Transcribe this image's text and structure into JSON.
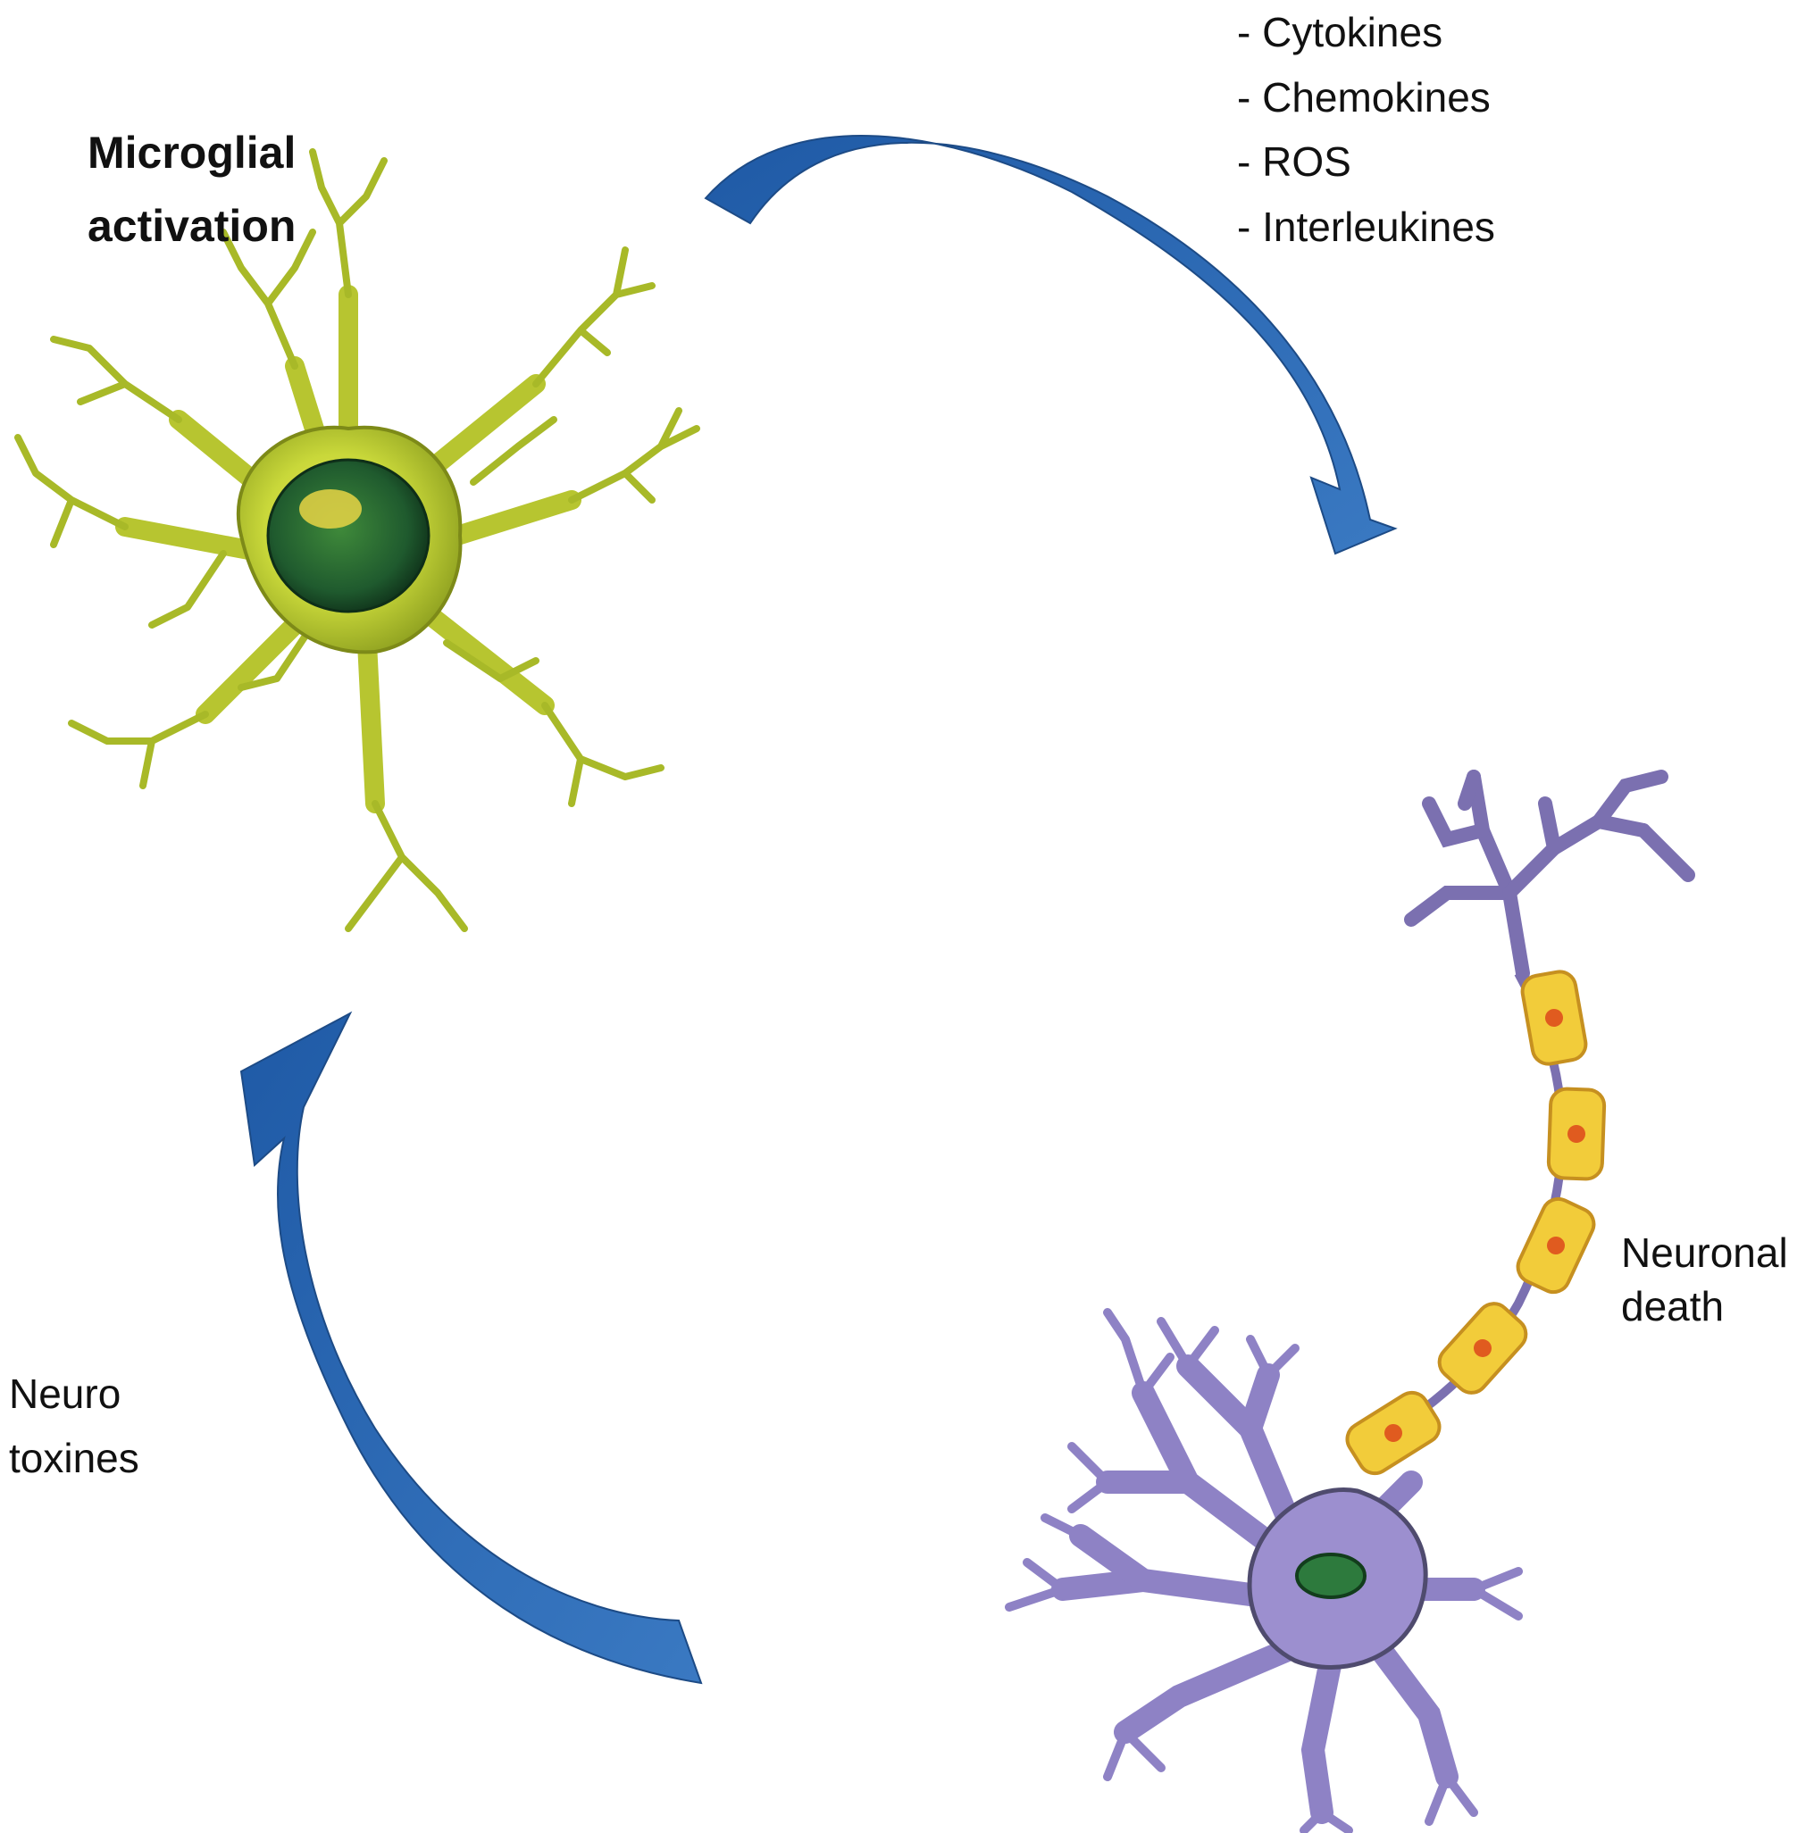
{
  "labels": {
    "microglia": [
      "Microglial",
      "activation"
    ],
    "mediators": [
      "- Cytokines",
      "- Chemokines",
      "- ROS",
      "- Interleukines"
    ],
    "neuron": [
      "Neuronal",
      "death"
    ],
    "toxins": [
      "Neuro",
      "toxines"
    ]
  },
  "icons": {
    "microglia": "microglia-cell-icon",
    "neuron": "neuron-cell-icon",
    "arrow_to_neuron": "curved-arrow-icon",
    "arrow_to_microglia": "curved-arrow-icon"
  },
  "colors": {
    "arrow_fill": "#2e66ad",
    "arrow_edge": "#1d4b86",
    "microglia_body": "#c9d83a",
    "microglia_outline": "#7d8a18",
    "microglia_nucleus": "#1f5a2e",
    "neuron_body": "#9c8fcf",
    "neuron_outline": "#4f4b6e",
    "neuron_nucleus": "#2d7a3d",
    "myelin": "#f2cc3a",
    "myelin_outline": "#c69020",
    "myelin_dot": "#e05b1f",
    "text": "#111111"
  }
}
